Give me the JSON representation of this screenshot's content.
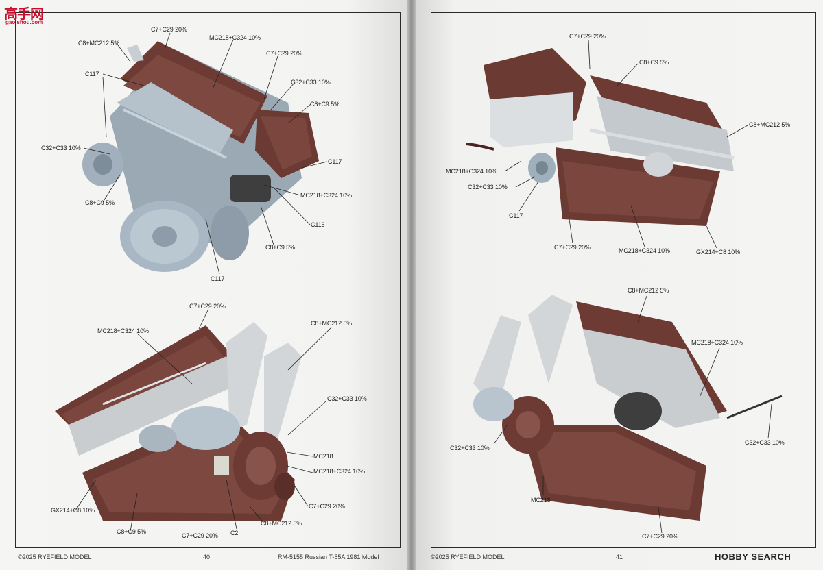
{
  "watermark": {
    "main": "高手网",
    "sub": "gao.shou.com",
    "corner": "HOBBY SEARCH"
  },
  "footer": {
    "left_copyright": "©2025 RYEFIELD MODEL",
    "left_page": "40",
    "left_title": "RM-5155 Russian T-55A 1981 Model",
    "right_copyright": "©2025 RYEFIELD MODEL",
    "right_page": "41"
  },
  "views": {
    "top_left": {
      "c7c29_top": "C7+C29 20%",
      "c8mc212": "C8+MC212 5%",
      "mc218c324": "MC218+C324 10%",
      "c7c29_right": "C7+C29 20%",
      "c117_top": "C117",
      "c32c33_right": "C32+C33 10%",
      "c8c9_right": "C8+C9 5%",
      "c32c33_left": "C32+C33 10%",
      "c117_right": "C117",
      "mc218c324_lower": "MC218+C324 10%",
      "c8c9_left": "C8+C9 5%",
      "c116": "C116",
      "c8c9_bottom": "C8+C9 5%",
      "c117_bottom": "C117"
    },
    "bottom_left": {
      "c7c29_top": "C7+C29 20%",
      "mc218c324": "MC218+C324 10%",
      "c8mc212": "C8+MC212 5%",
      "c32c33": "C32+C33 10%",
      "mc218": "MC218",
      "mc218c324_lower": "MC218+C324 10%",
      "c7c29_right": "C7+C29 20%",
      "gx214c8": "GX214+C8 10%",
      "c8c9": "C8+C9 5%",
      "c7c29_bottom": "C7+C29 20%",
      "c2": "C2",
      "c8mc212_bottom": "C8+MC212 5%"
    },
    "top_right": {
      "c7c29_top": "C7+C29 20%",
      "c8c9": "C8+C9 5%",
      "c8mc212": "C8+MC212 5%",
      "mc218c324_left": "MC218+C324 10%",
      "c32c33": "C32+C33 10%",
      "c117": "C117",
      "c7c29_bottom": "C7+C29 20%",
      "mc218c324_bottom": "MC218+C324 10%",
      "gx214c8": "GX214+C8 10%"
    },
    "bottom_right": {
      "c8mc212": "C8+MC212 5%",
      "mc218c324": "MC218+C324 10%",
      "c32c33_right": "C32+C33 10%",
      "c32c33_left": "C32+C33 10%",
      "mc218": "MC218",
      "c7c29_bottom": "C7+C29 20%"
    }
  }
}
